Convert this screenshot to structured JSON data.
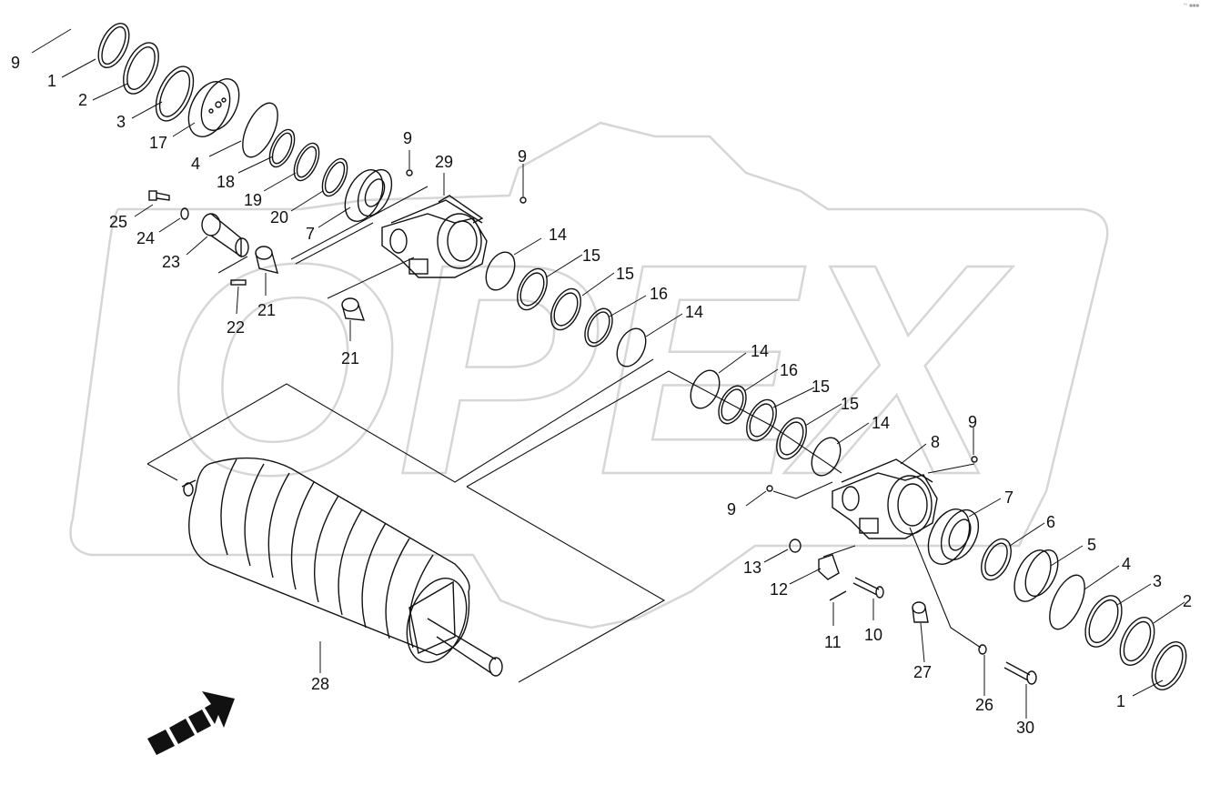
{
  "watermark": "OPEX",
  "corner_mark": "°° ■■■",
  "labels": [
    {
      "id": "l1",
      "text": "9"
    },
    {
      "id": "l2",
      "text": "1"
    },
    {
      "id": "l3",
      "text": "2"
    },
    {
      "id": "l4",
      "text": "3"
    },
    {
      "id": "l5",
      "text": "17"
    },
    {
      "id": "l6",
      "text": "4"
    },
    {
      "id": "l7",
      "text": "18"
    },
    {
      "id": "l8",
      "text": "19"
    },
    {
      "id": "l9",
      "text": "20"
    },
    {
      "id": "l10",
      "text": "7"
    },
    {
      "id": "l11",
      "text": "9"
    },
    {
      "id": "l12",
      "text": "29"
    },
    {
      "id": "l13",
      "text": "9"
    },
    {
      "id": "l14",
      "text": "25"
    },
    {
      "id": "l15",
      "text": "24"
    },
    {
      "id": "l16",
      "text": "23"
    },
    {
      "id": "l17",
      "text": "22"
    },
    {
      "id": "l18",
      "text": "21"
    },
    {
      "id": "l19",
      "text": "21"
    },
    {
      "id": "l20",
      "text": "14"
    },
    {
      "id": "l21",
      "text": "15"
    },
    {
      "id": "l22",
      "text": "15"
    },
    {
      "id": "l23",
      "text": "16"
    },
    {
      "id": "l24",
      "text": "14"
    },
    {
      "id": "l25",
      "text": "14"
    },
    {
      "id": "l26",
      "text": "16"
    },
    {
      "id": "l27",
      "text": "15"
    },
    {
      "id": "l28",
      "text": "15"
    },
    {
      "id": "l29",
      "text": "14"
    },
    {
      "id": "l30",
      "text": "9"
    },
    {
      "id": "l31",
      "text": "8"
    },
    {
      "id": "l32",
      "text": "9"
    },
    {
      "id": "l33",
      "text": "7"
    },
    {
      "id": "l34",
      "text": "6"
    },
    {
      "id": "l35",
      "text": "5"
    },
    {
      "id": "l36",
      "text": "4"
    },
    {
      "id": "l37",
      "text": "3"
    },
    {
      "id": "l38",
      "text": "2"
    },
    {
      "id": "l39",
      "text": "1"
    },
    {
      "id": "l40",
      "text": "13"
    },
    {
      "id": "l41",
      "text": "12"
    },
    {
      "id": "l42",
      "text": "11"
    },
    {
      "id": "l43",
      "text": "10"
    },
    {
      "id": "l44",
      "text": "27"
    },
    {
      "id": "l45",
      "text": "26"
    },
    {
      "id": "l46",
      "text": "30"
    },
    {
      "id": "l47",
      "text": "28"
    }
  ]
}
